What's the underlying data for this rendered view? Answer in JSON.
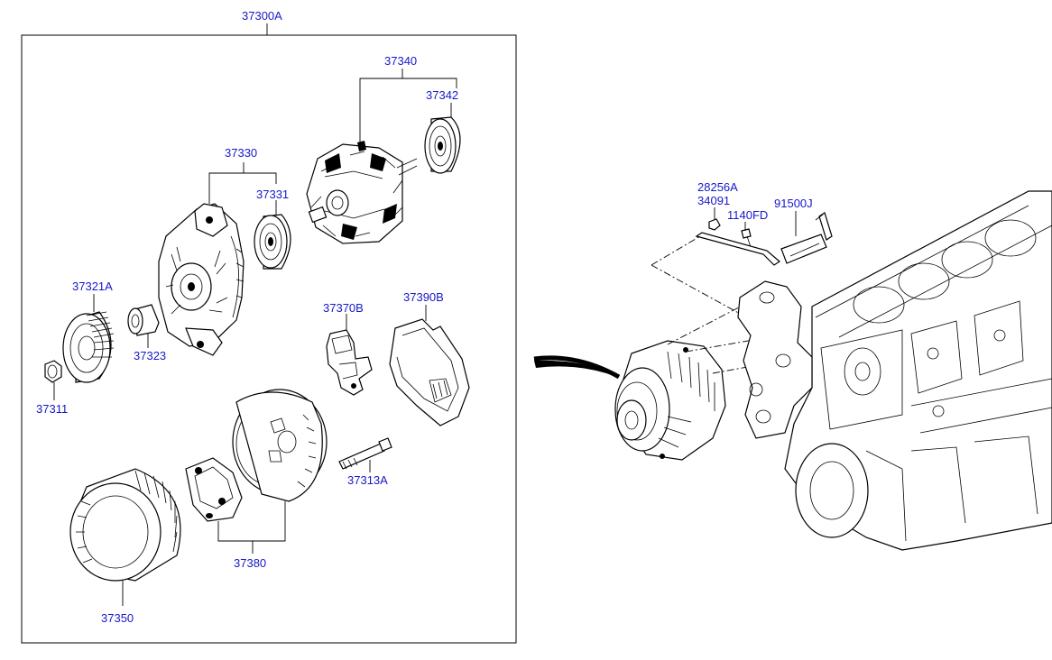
{
  "diagram": {
    "group_label": "37300A",
    "parts": {
      "rotor": "37340",
      "rear_bearing": "37342",
      "front_bracket": "37330",
      "front_bearing": "37331",
      "pulley": "37321A",
      "spacer": "37323",
      "nut": "37311",
      "regulator": "37370B",
      "rear_cover": "37390B",
      "through_bolt": "37313A",
      "rear_bracket_rectifier": "37380",
      "stator": "37350"
    },
    "mounting": {
      "nut": "28256A",
      "bolt_a": "34091",
      "bolt_b": "1140FD",
      "wiring": "91500J"
    }
  },
  "colors": {
    "label": "#1818c8",
    "line": "#000000",
    "background": "#ffffff"
  }
}
